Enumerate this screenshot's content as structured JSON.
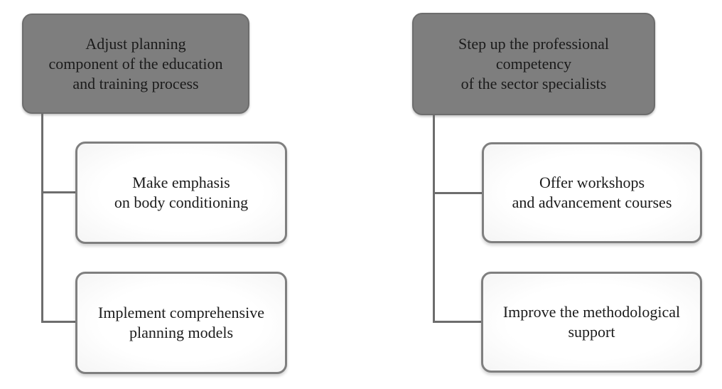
{
  "colors": {
    "canvas_bg": "#ffffff",
    "parent_fill": "#7e7e7e",
    "parent_border": "#6d6d6d",
    "child_fill": "#fcfcfc",
    "child_border": "#7f7f7f",
    "connector": "#6d6d6d",
    "text": "#1b1b1b"
  },
  "flowchart": {
    "left": {
      "parent": {
        "label": "Adjust planning\ncomponent of the education\nand training process"
      },
      "children": [
        {
          "label": "Make emphasis\non body conditioning"
        },
        {
          "label": "Implement comprehensive\nplanning models"
        }
      ]
    },
    "right": {
      "parent": {
        "label": "Step up the professional\ncompetency\nof the sector specialists"
      },
      "children": [
        {
          "label": "Offer workshops\nand advancement courses"
        },
        {
          "label": "Improve the methodological\nsupport"
        }
      ]
    }
  }
}
